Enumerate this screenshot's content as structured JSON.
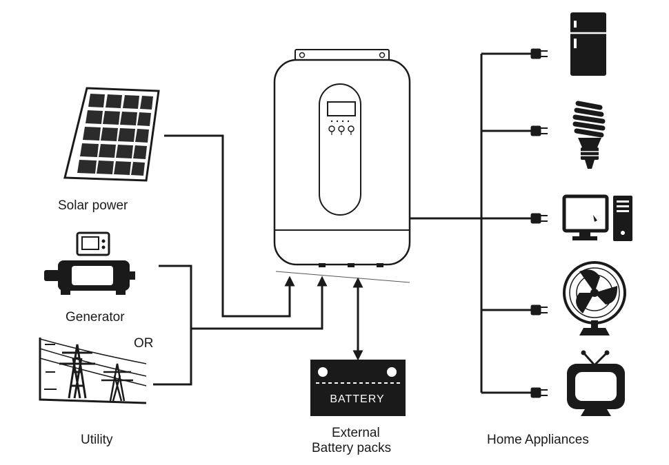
{
  "labels": {
    "solar": "Solar power",
    "generator": "Generator",
    "or": "OR",
    "utility": "Utility",
    "battery_line1": "External",
    "battery_line2": "Battery packs",
    "appliances": "Home Appliances"
  },
  "battery_caption": "BATTERY",
  "colors": {
    "ink": "#1a1a1a",
    "background": "#ffffff",
    "panel_cell": "#2b2b2b"
  },
  "icons": {
    "inverter": "inverter-unit-icon",
    "solar": "solar-panel-icon",
    "generator": "generator-icon",
    "utility": "power-tower-icon",
    "battery": "battery-icon",
    "fridge": "refrigerator-icon",
    "bulb": "cfl-bulb-icon",
    "computer": "computer-icon",
    "fan": "fan-icon",
    "tv": "tv-icon"
  }
}
